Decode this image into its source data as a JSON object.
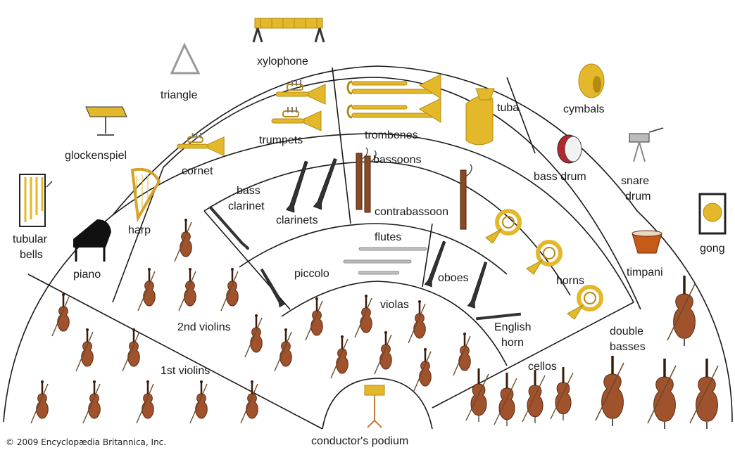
{
  "title": "",
  "colors": {
    "section_line": "#1a1a1a",
    "wood": "#a0522d",
    "wood_light": "#c8763a",
    "brass": "#e3b82a",
    "brass_dark": "#b48a10",
    "black_wood": "#333333",
    "silver": "#b8b8b8",
    "drum_red": "#b2282c",
    "timpani": "#c65a18",
    "chrome": "#9a9a9a"
  },
  "labels": {
    "xylophone": "xylophone",
    "triangle": "triangle",
    "glockenspiel": "glockenspiel",
    "tubular_line1": "tubular",
    "tubular_line2": "bells",
    "harp": "harp",
    "piano": "piano",
    "cornet": "cornet",
    "trumpets": "trumpets",
    "trombones": "trombones",
    "tuba": "tuba",
    "cymbals": "cymbals",
    "bass_drum": "bass drum",
    "snare_line1": "snare",
    "snare_line2": "drum",
    "gong": "gong",
    "timpani": "timpani",
    "bass_clarinet_line1": "bass",
    "bass_clarinet_line2": "clarinet",
    "clarinets": "clarinets",
    "bassoons": "bassoons",
    "contrabassoon": "contrabassoon",
    "flutes": "flutes",
    "piccolo": "piccolo",
    "oboes": "oboes",
    "horns": "horns",
    "english_horn_line1": "English",
    "english_horn_line2": "horn",
    "violas": "violas",
    "second_violins": "2nd violins",
    "first_violins": "1st violins",
    "cellos": "cellos",
    "double_basses_line1": "double",
    "double_basses_line2": "basses",
    "conductors_podium": "conductor's podium"
  },
  "copyright": "© 2009 Encyclopædia Britannica, Inc."
}
